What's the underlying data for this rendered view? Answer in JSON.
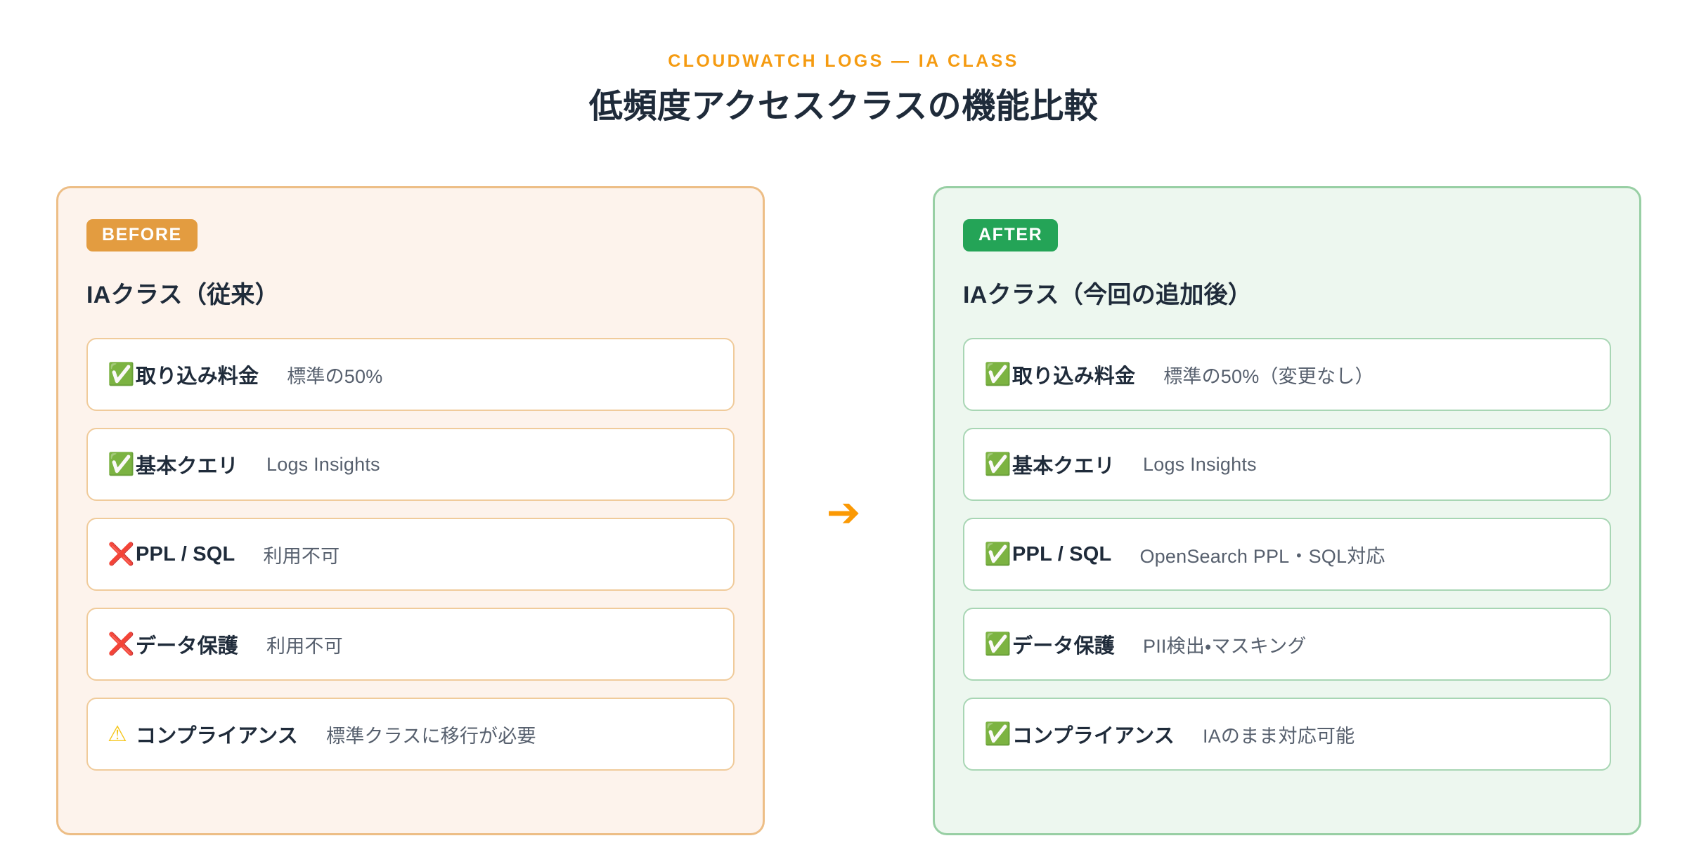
{
  "header": {
    "eyebrow": "CLOUDWATCH LOGS — IA CLASS",
    "title": "低頻度アクセスクラスの機能比較",
    "eyebrow_color": "#f59b11",
    "title_color": "#1f2b3a"
  },
  "arrow": {
    "glyph": "➔",
    "color": "#fb9904",
    "name": "transition-arrow"
  },
  "cards": [
    {
      "id": "before",
      "badge": "BEFORE",
      "badge_color": "#e39c40",
      "title": "IAクラス（従来）",
      "background": "#fdf3ec",
      "border_color": "#edbe86",
      "rows": [
        {
          "status": "ok",
          "icon": "✅",
          "label": "取り込み料金",
          "value": "標準の50%"
        },
        {
          "status": "ok",
          "icon": "✅",
          "label": "基本クエリ",
          "value": "Logs Insights"
        },
        {
          "status": "no",
          "icon": "❌",
          "label": "PPL / SQL",
          "value": "利用不可"
        },
        {
          "status": "no",
          "icon": "❌",
          "label": "データ保護",
          "value": "利用不可"
        },
        {
          "status": "warn",
          "icon": "⚠",
          "label": "コンプライアンス",
          "value": "標準クラスに移行が必要"
        }
      ]
    },
    {
      "id": "after",
      "badge": "AFTER",
      "badge_color": "#24a457",
      "title": "IAクラス（今回の追加後）",
      "background": "#edf7ef",
      "border_color": "#98cfa4",
      "rows": [
        {
          "status": "ok",
          "icon": "✅",
          "label": "取り込み料金",
          "value": "標準の50%（変更なし）"
        },
        {
          "status": "ok",
          "icon": "✅",
          "label": "基本クエリ",
          "value": "Logs Insights"
        },
        {
          "status": "ok",
          "icon": "✅",
          "label": "PPL / SQL",
          "value": "OpenSearch PPL・SQL対応"
        },
        {
          "status": "ok",
          "icon": "✅",
          "label": "データ保護",
          "value": "PII検出・マスキング"
        },
        {
          "status": "ok",
          "icon": "✅",
          "label": "コンプライアンス",
          "value": "IAのまま対応可能"
        }
      ]
    }
  ]
}
